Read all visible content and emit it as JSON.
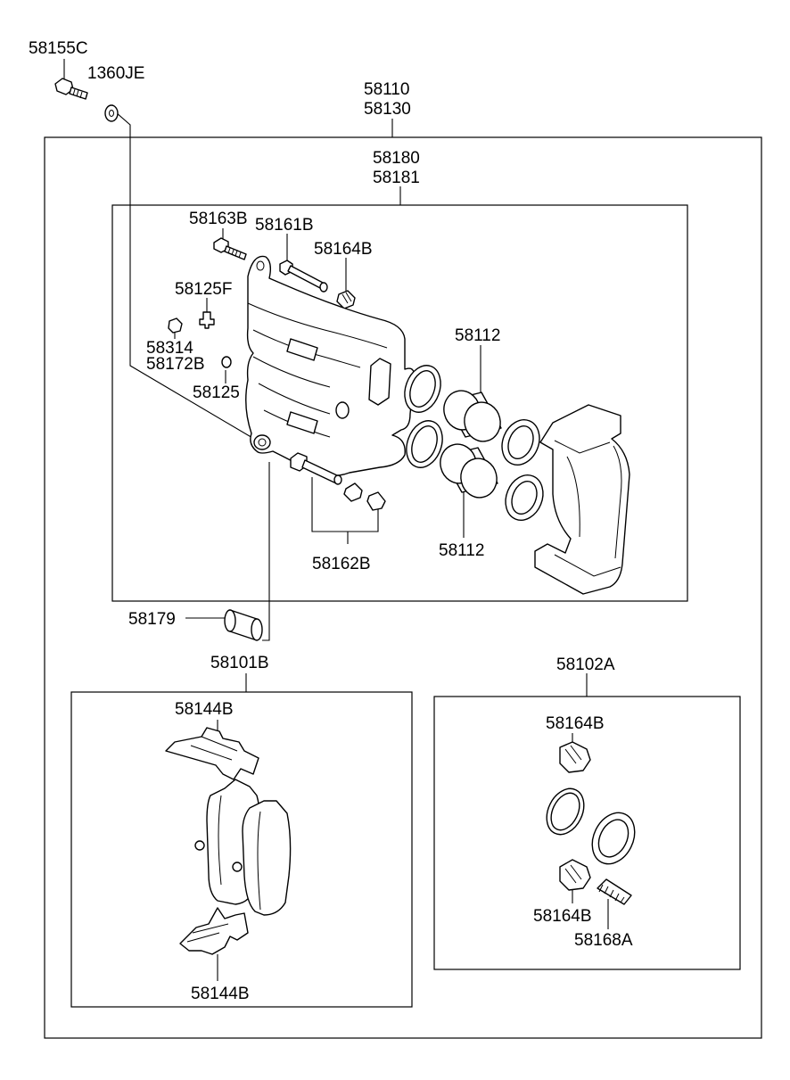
{
  "labels": {
    "bolt_top": "58155C",
    "washer_top": "1360JE",
    "assembly_a": "58110",
    "assembly_b": "58130",
    "caliper_a": "58180",
    "caliper_b": "58181",
    "bolt_163": "58163B",
    "pin_161": "58161B",
    "boot_164_top": "58164B",
    "bleeder_125f": "58125F",
    "cap_314": "58314",
    "cap_172": "58172B",
    "bleeder_125": "58125",
    "piston_top": "58112",
    "piston_bottom": "58112",
    "pin_162": "58162B",
    "bushing_179": "58179",
    "pad_kit": "58101B",
    "seal_kit": "58102A",
    "shim_top": "58144B",
    "shim_bottom": "58144B",
    "boot_164_kit_top": "58164B",
    "boot_164_kit_bottom": "58164B",
    "sleeve_168": "58168A"
  }
}
